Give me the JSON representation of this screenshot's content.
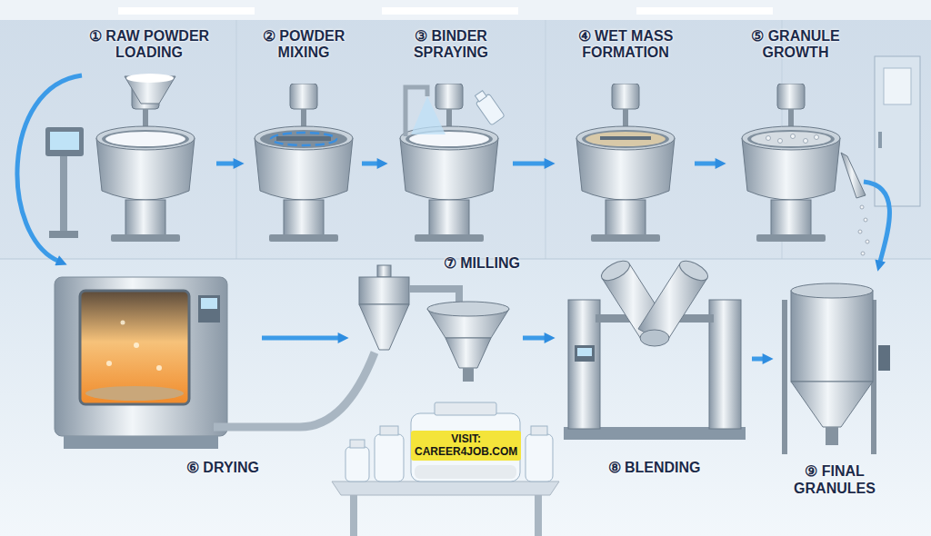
{
  "diagram": {
    "nodes": [
      {
        "text": [
          "① RAW POWDER LOADING"
        ]
      },
      {
        "text": [
          "② POWDER MIXING"
        ]
      },
      {
        "text": [
          "③ BINDER SPRAYING"
        ]
      },
      {
        "text": [
          "④ WET MASS FORMATION"
        ]
      },
      {
        "text": [
          "⑤ GRANULE GROWTH"
        ]
      },
      {
        "text": [
          "⑥ DRYING"
        ]
      },
      {
        "text": [
          "⑦ MILLING"
        ]
      },
      {
        "text": [
          "⑧ BLENDING"
        ]
      },
      {
        "text": [
          "⑨ FINAL GRANULES"
        ]
      }
    ],
    "edges": [
      {
        "from": 0,
        "to": 1,
        "arrow": "to"
      },
      {
        "from": 1,
        "to": 2,
        "arrow": "to"
      },
      {
        "from": 2,
        "to": 3,
        "arrow": "to"
      },
      {
        "from": 3,
        "to": 4,
        "arrow": "to"
      },
      {
        "from": 4,
        "to": 8,
        "arrow": "to"
      },
      {
        "from": 0,
        "to": 5,
        "arrow": "to"
      },
      {
        "from": 5,
        "to": 6,
        "arrow": "to"
      },
      {
        "from": 6,
        "to": 7,
        "arrow": "to"
      },
      {
        "from": 7,
        "to": 8,
        "arrow": "to"
      }
    ],
    "labels": [
      "VISIT: CAREER4JOB.COM"
    ]
  }
}
